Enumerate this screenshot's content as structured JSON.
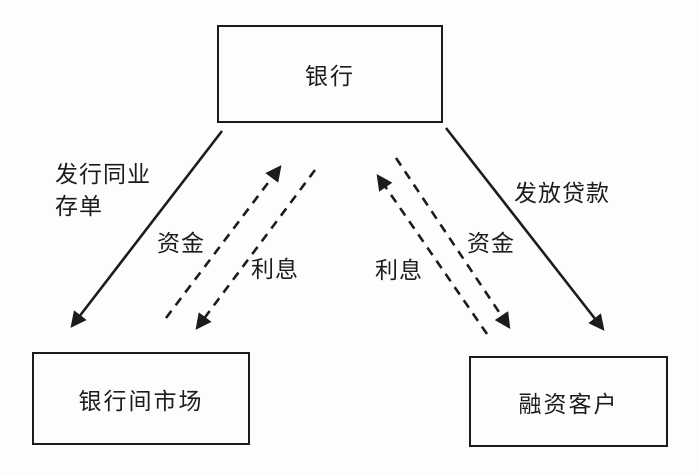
{
  "diagram": {
    "colors": {
      "background": "#fdfdfd",
      "line": "#1c1c1c",
      "text": "#1c1c1c"
    },
    "nodes": {
      "bank": {
        "label": "银行"
      },
      "interbank_market": {
        "label": "银行间市场"
      },
      "financing_customers": {
        "label": "融资客户"
      }
    },
    "edges": [
      {
        "id": "issue-ncd",
        "label": "发行同业存单",
        "label_line1": "发行同业",
        "label_line2": "存单",
        "from": "银行",
        "to": "银行间市场",
        "style": "solid"
      },
      {
        "id": "funds-from-market",
        "label": "资金",
        "from": "银行间市场",
        "to": "银行",
        "style": "dashed"
      },
      {
        "id": "interest-to-market",
        "label": "利息",
        "from": "银行",
        "to": "银行间市场",
        "style": "dashed"
      },
      {
        "id": "interest-from-customers",
        "label": "利息",
        "from": "融资客户",
        "to": "银行",
        "style": "dashed"
      },
      {
        "id": "funds-to-customers",
        "label": "资金",
        "from": "银行",
        "to": "融资客户",
        "style": "dashed"
      },
      {
        "id": "grant-loans",
        "label": "发放贷款",
        "from": "银行",
        "to": "融资客户",
        "style": "solid"
      }
    ]
  }
}
